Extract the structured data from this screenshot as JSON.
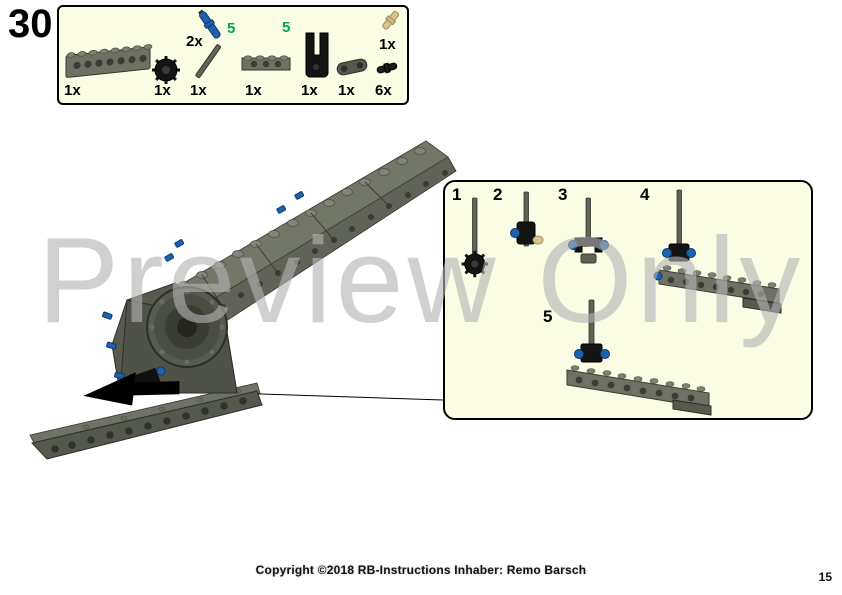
{
  "page": {
    "step_number": "30",
    "page_number": "15",
    "watermark": "Preview Only",
    "copyright": "Copyright ©2018 RB-Instructions Inhaber: Remo Barsch"
  },
  "colors": {
    "callout_box_bg": "#fbfce4",
    "callout_box_border": "#000000",
    "green_substep_label": "#00a651",
    "part_gray": "#6e7265",
    "part_dark_gray": "#54584e",
    "part_blue": "#1e62ae",
    "part_black": "#141414",
    "part_tan": "#d9c591",
    "watermark_gray": "#b4b4b4"
  },
  "parts_box": {
    "items": [
      {
        "id": "technic-brick-1x8-dark-gray",
        "qty": "1x"
      },
      {
        "id": "blue-long-pin",
        "qty": "2x",
        "callout": "5"
      },
      {
        "id": "black-gear-12-tooth",
        "qty": "1x"
      },
      {
        "id": "gray-axle",
        "qty": "1x",
        "callout": "5"
      },
      {
        "id": "technic-brick-1x4-gray",
        "qty": "1x"
      },
      {
        "id": "black-bracket",
        "qty": "1x"
      },
      {
        "id": "dark-gray-connector",
        "qty": "1x"
      },
      {
        "id": "tan-pin",
        "qty": "1x"
      },
      {
        "id": "black-pin",
        "qty": "6x"
      }
    ]
  },
  "substeps": {
    "steps": [
      {
        "label": "1"
      },
      {
        "label": "2"
      },
      {
        "label": "3"
      },
      {
        "label": "4"
      },
      {
        "label": "5"
      }
    ]
  },
  "illustrations": {
    "model": "partial-technic-assembly",
    "arrow": "attachment-direction-arrow"
  }
}
